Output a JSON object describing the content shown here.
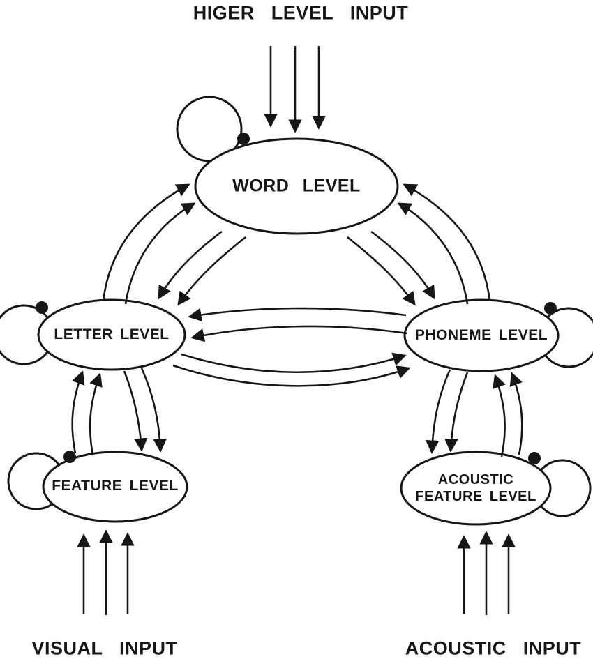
{
  "diagram": {
    "top_input_label": "HIGER LEVEL INPUT",
    "bottom_left_input_label": "VISUAL INPUT",
    "bottom_right_input_label": "ACOUSTIC INPUT",
    "nodes": {
      "word": {
        "label": "WORD LEVEL"
      },
      "letter": {
        "label": "LETTER LEVEL"
      },
      "phoneme": {
        "label": "PHONEME LEVEL"
      },
      "feature": {
        "label": "FEATURE LEVEL"
      },
      "acoustic_feature": {
        "label": "ACOUSTIC FEATURE LEVEL"
      }
    },
    "colors": {
      "line": "#161616",
      "background": "#ffffff"
    }
  }
}
